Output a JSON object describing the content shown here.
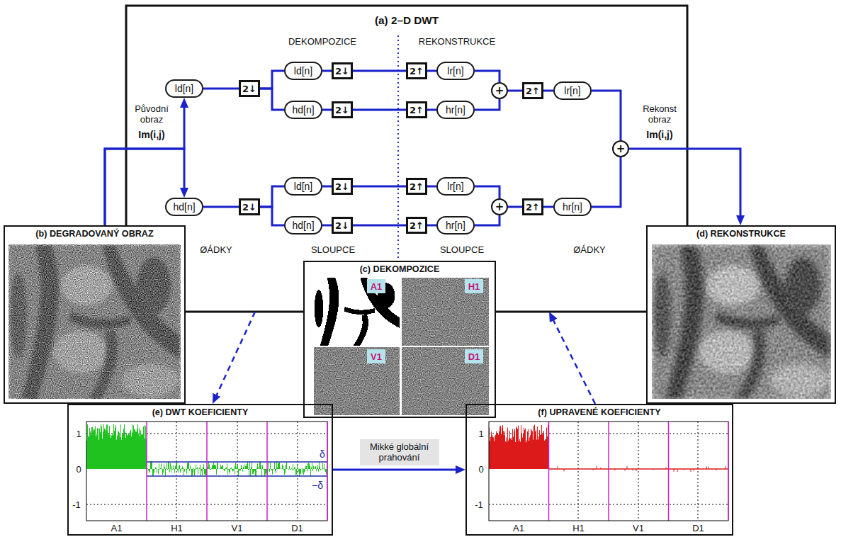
{
  "diagram": {
    "nodes": [
      {
        "text": [
          "(a) 2–D DWT"
        ]
      },
      {
        "text": [
          "ld[n]"
        ],
        "in": 0
      },
      {
        "text": [
          "2↓"
        ],
        "in": 0
      },
      {
        "text": [
          "ld[n]"
        ],
        "in": 0
      },
      {
        "text": [
          "2↓"
        ],
        "in": 0
      },
      {
        "text": [
          "hd[n]"
        ],
        "in": 0
      },
      {
        "text": [
          "2↓"
        ],
        "in": 0
      },
      {
        "text": [
          "2↑"
        ],
        "in": 0
      },
      {
        "text": [
          "lr[n]"
        ],
        "in": 0
      },
      {
        "text": [
          "2↑"
        ],
        "in": 0
      },
      {
        "text": [
          "hr[n]"
        ],
        "in": 0
      },
      {
        "text": [
          "+"
        ],
        "in": 0
      },
      {
        "text": [
          "2↑"
        ],
        "in": 0
      },
      {
        "text": [
          "lr[n]"
        ],
        "in": 0
      },
      {
        "text": [
          "hd[n]"
        ],
        "in": 0
      },
      {
        "text": [
          "2↓"
        ],
        "in": 0
      },
      {
        "text": [
          "ld[n]"
        ],
        "in": 0
      },
      {
        "text": [
          "2↓"
        ],
        "in": 0
      },
      {
        "text": [
          "hd[n]"
        ],
        "in": 0
      },
      {
        "text": [
          "2↓"
        ],
        "in": 0
      },
      {
        "text": [
          "2↑"
        ],
        "in": 0
      },
      {
        "text": [
          "lr[n]"
        ],
        "in": 0
      },
      {
        "text": [
          "2↑"
        ],
        "in": 0
      },
      {
        "text": [
          "hr[n]"
        ],
        "in": 0
      },
      {
        "text": [
          "+"
        ],
        "in": 0
      },
      {
        "text": [
          "2↑"
        ],
        "in": 0
      },
      {
        "text": [
          "hr[n]"
        ],
        "in": 0
      },
      {
        "text": [
          "+"
        ],
        "in": 0
      },
      {
        "text": [
          "(b) DEGRADOVANÝ OBRAZ"
        ]
      },
      {
        "text": [
          "(c) DEKOMPOZICE"
        ]
      },
      {
        "text": [
          "A1"
        ],
        "in": 29
      },
      {
        "text": [
          "H1"
        ],
        "in": 29
      },
      {
        "text": [
          "V1"
        ],
        "in": 29
      },
      {
        "text": [
          "D1"
        ],
        "in": 29
      },
      {
        "text": [
          "(d) REKONSTRUKCE"
        ]
      },
      {
        "text": [
          "(e) DWT KOEFICIENTY"
        ]
      },
      {
        "text": [
          "(f) UPRAVENÉ KOEFICIENTY"
        ]
      }
    ],
    "edges": [
      {
        "from": 28,
        "to": 1,
        "arrow": "to"
      },
      {
        "from": 28,
        "to": 14,
        "arrow": "to"
      },
      {
        "from": 1,
        "to": 2,
        "arrow": "none"
      },
      {
        "from": 2,
        "to": 3,
        "arrow": "none"
      },
      {
        "from": 2,
        "to": 5,
        "arrow": "none"
      },
      {
        "from": 3,
        "to": 4,
        "arrow": "none"
      },
      {
        "from": 5,
        "to": 6,
        "arrow": "none"
      },
      {
        "from": 4,
        "to": 7,
        "arrow": "none"
      },
      {
        "from": 6,
        "to": 9,
        "arrow": "none"
      },
      {
        "from": 7,
        "to": 8,
        "arrow": "none"
      },
      {
        "from": 9,
        "to": 10,
        "arrow": "none"
      },
      {
        "from": 8,
        "to": 11,
        "arrow": "none"
      },
      {
        "from": 10,
        "to": 11,
        "arrow": "none"
      },
      {
        "from": 11,
        "to": 12,
        "arrow": "none"
      },
      {
        "from": 12,
        "to": 13,
        "arrow": "none"
      },
      {
        "from": 13,
        "to": 27,
        "arrow": "none"
      },
      {
        "from": 14,
        "to": 15,
        "arrow": "none"
      },
      {
        "from": 15,
        "to": 16,
        "arrow": "none"
      },
      {
        "from": 15,
        "to": 18,
        "arrow": "none"
      },
      {
        "from": 16,
        "to": 17,
        "arrow": "none"
      },
      {
        "from": 18,
        "to": 19,
        "arrow": "none"
      },
      {
        "from": 17,
        "to": 20,
        "arrow": "none"
      },
      {
        "from": 19,
        "to": 22,
        "arrow": "none"
      },
      {
        "from": 20,
        "to": 21,
        "arrow": "none"
      },
      {
        "from": 22,
        "to": 23,
        "arrow": "none"
      },
      {
        "from": 21,
        "to": 24,
        "arrow": "none"
      },
      {
        "from": 23,
        "to": 24,
        "arrow": "none"
      },
      {
        "from": 24,
        "to": 25,
        "arrow": "none"
      },
      {
        "from": 25,
        "to": 26,
        "arrow": "none"
      },
      {
        "from": 26,
        "to": 27,
        "arrow": "none"
      },
      {
        "from": 27,
        "to": 34,
        "arrow": "to"
      },
      {
        "from": 0,
        "to": 35,
        "arrow": "to"
      },
      {
        "from": 36,
        "to": 0,
        "arrow": "to"
      },
      {
        "from": 35,
        "to": 36,
        "label": "Mikké globální prahování",
        "arrow": "to"
      }
    ],
    "labels": [
      "DEKOMPOZICE",
      "REKONSTRUKCE",
      "Původní obraz",
      "Im(i,j)",
      "Rekonst obraz",
      "Im(i,j)",
      "ØÁDKY",
      "SLOUPCE",
      "SLOUPCE",
      "ØÁDKY",
      "1",
      "0",
      "-1",
      "δ",
      "−δ",
      "A1",
      "H1",
      "V1",
      "D1",
      "1",
      "0",
      "-1",
      "A1",
      "H1",
      "V1",
      "D1"
    ]
  }
}
